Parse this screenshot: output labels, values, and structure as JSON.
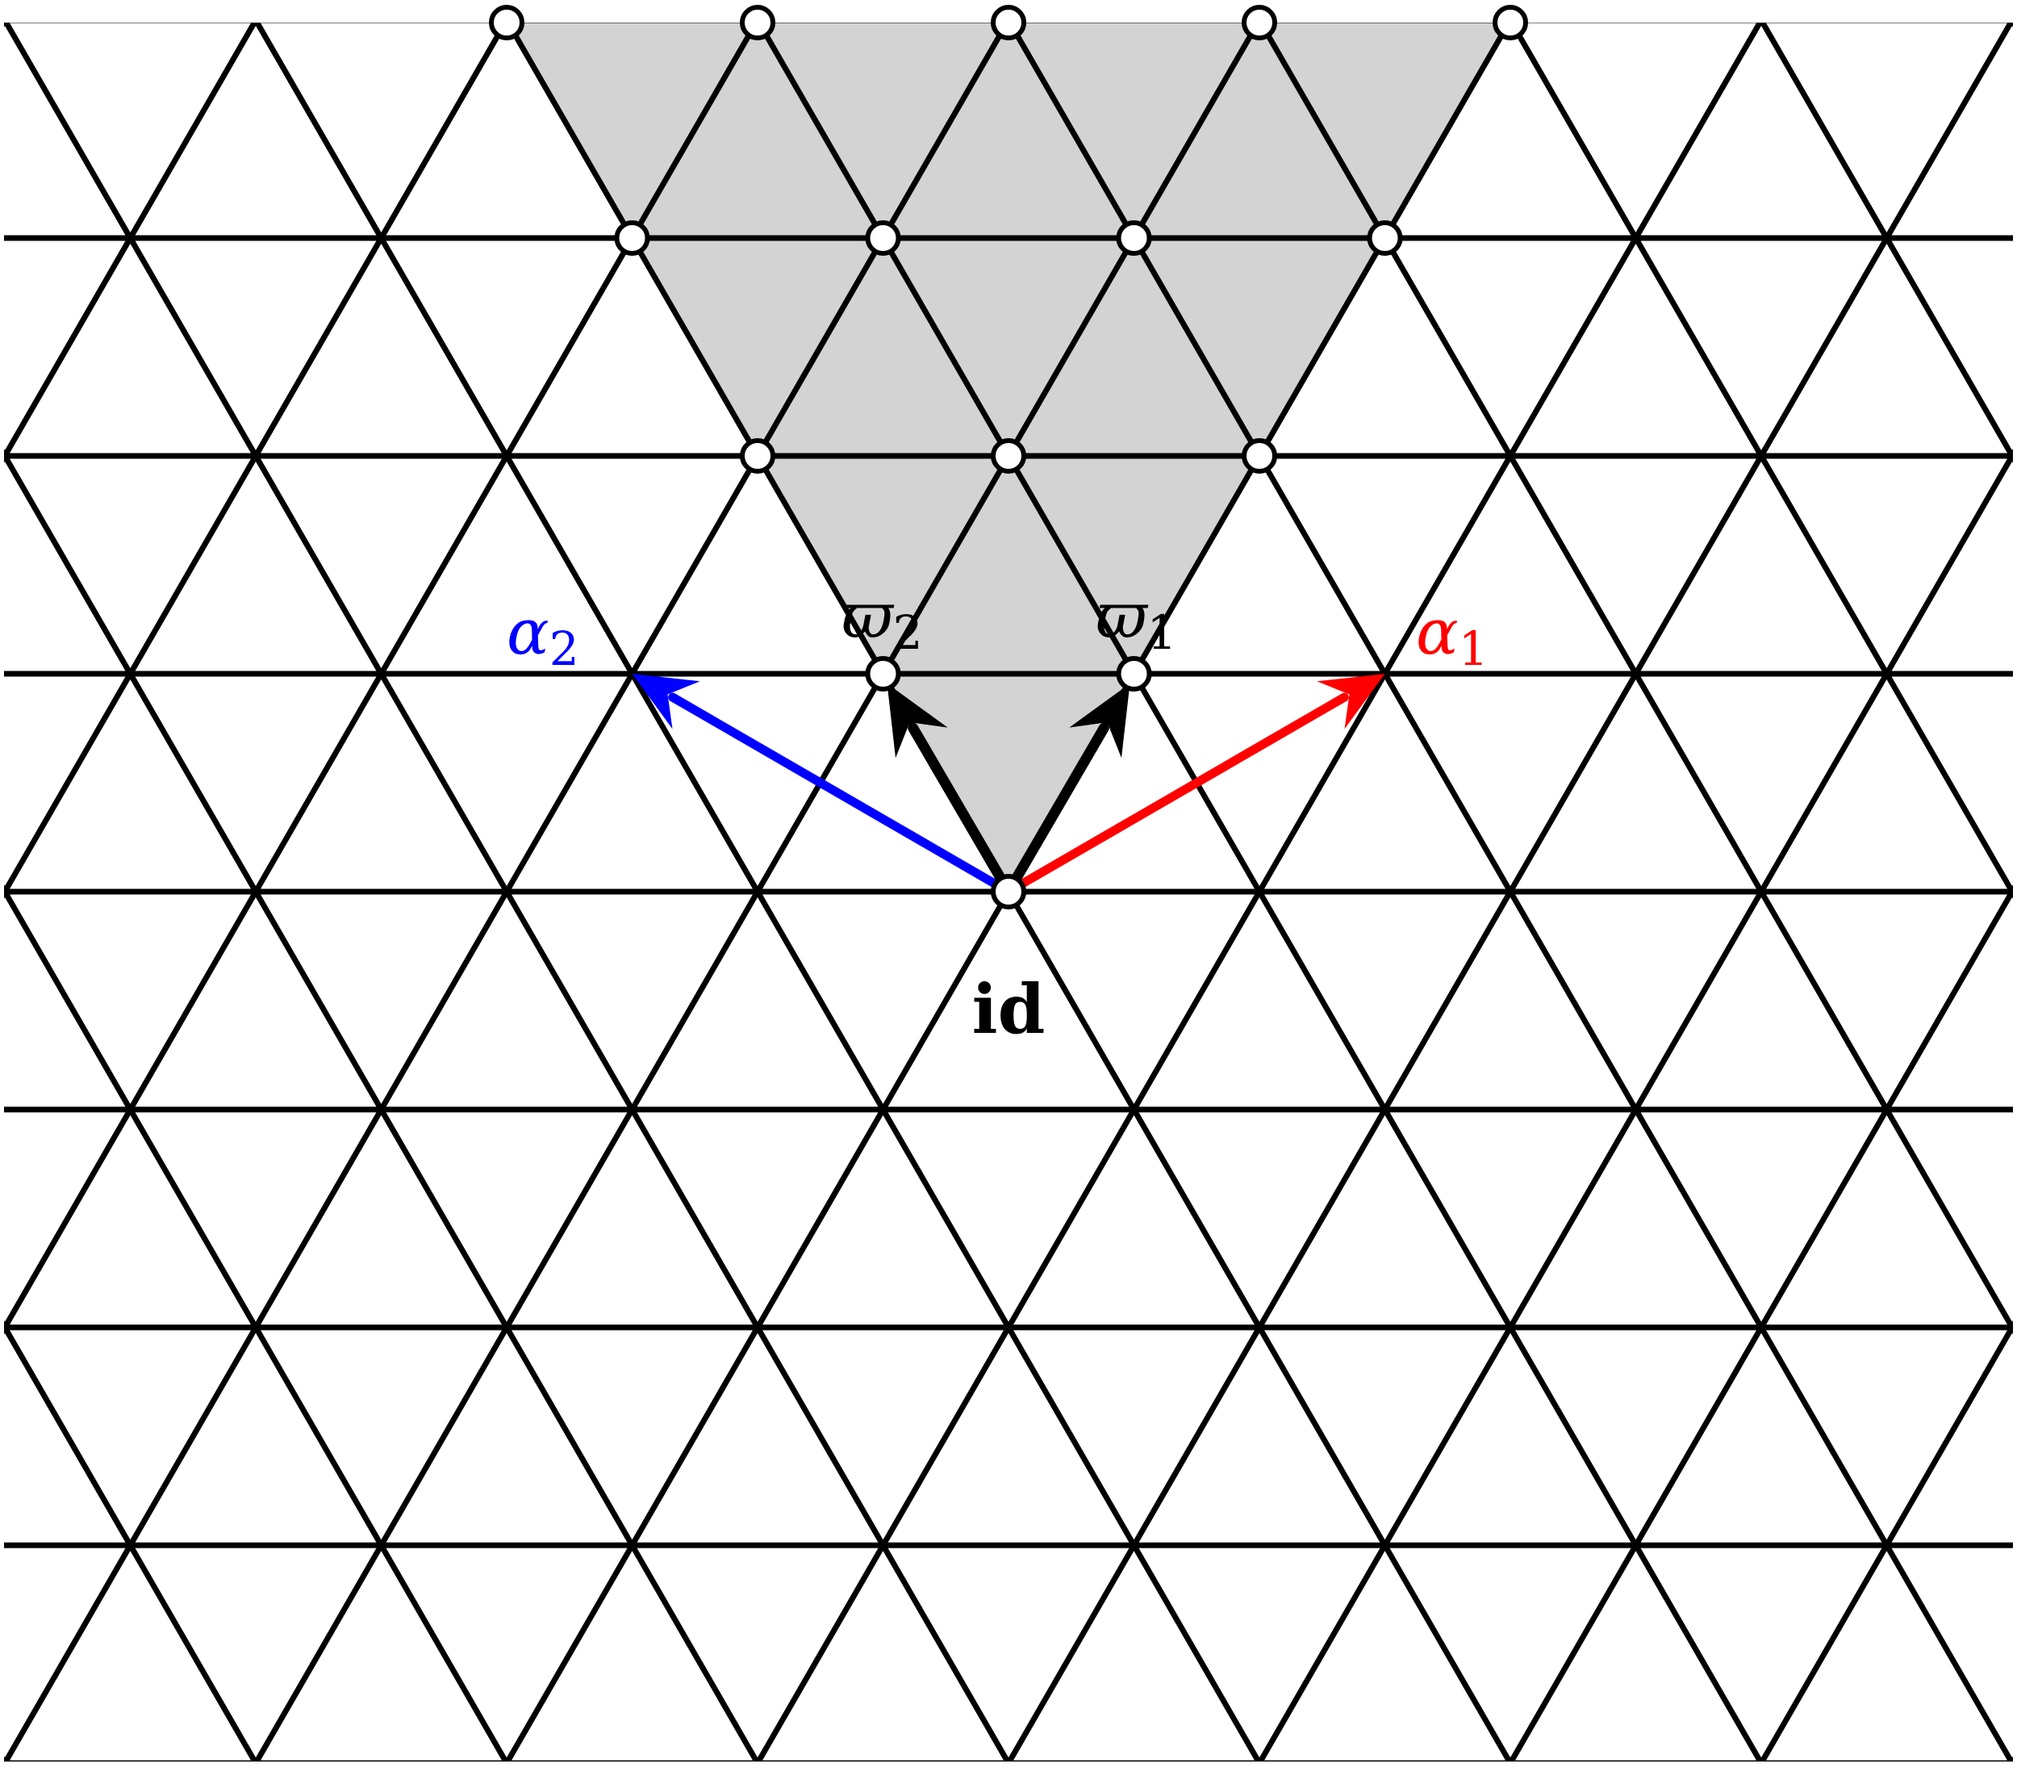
{
  "colors": {
    "background": "#ffffff",
    "grid_line": "#000000",
    "shade": "#d3d3d3",
    "alpha1": "#ff0000",
    "alpha2": "#0000ff",
    "fundamental_weight": "#000000",
    "vertex_fill": "#ffffff"
  },
  "labels": {
    "alpha1_symbol": "α",
    "alpha1_index": "1",
    "alpha2_symbol": "α",
    "alpha2_index": "2",
    "omega1_symbol": "ϖ",
    "omega1_index": "1",
    "omega2_symbol": "ϖ",
    "omega2_index": "2",
    "identity": "id"
  },
  "icons": {
    "vertex": "open-circle",
    "arrow": "arrowhead"
  }
}
